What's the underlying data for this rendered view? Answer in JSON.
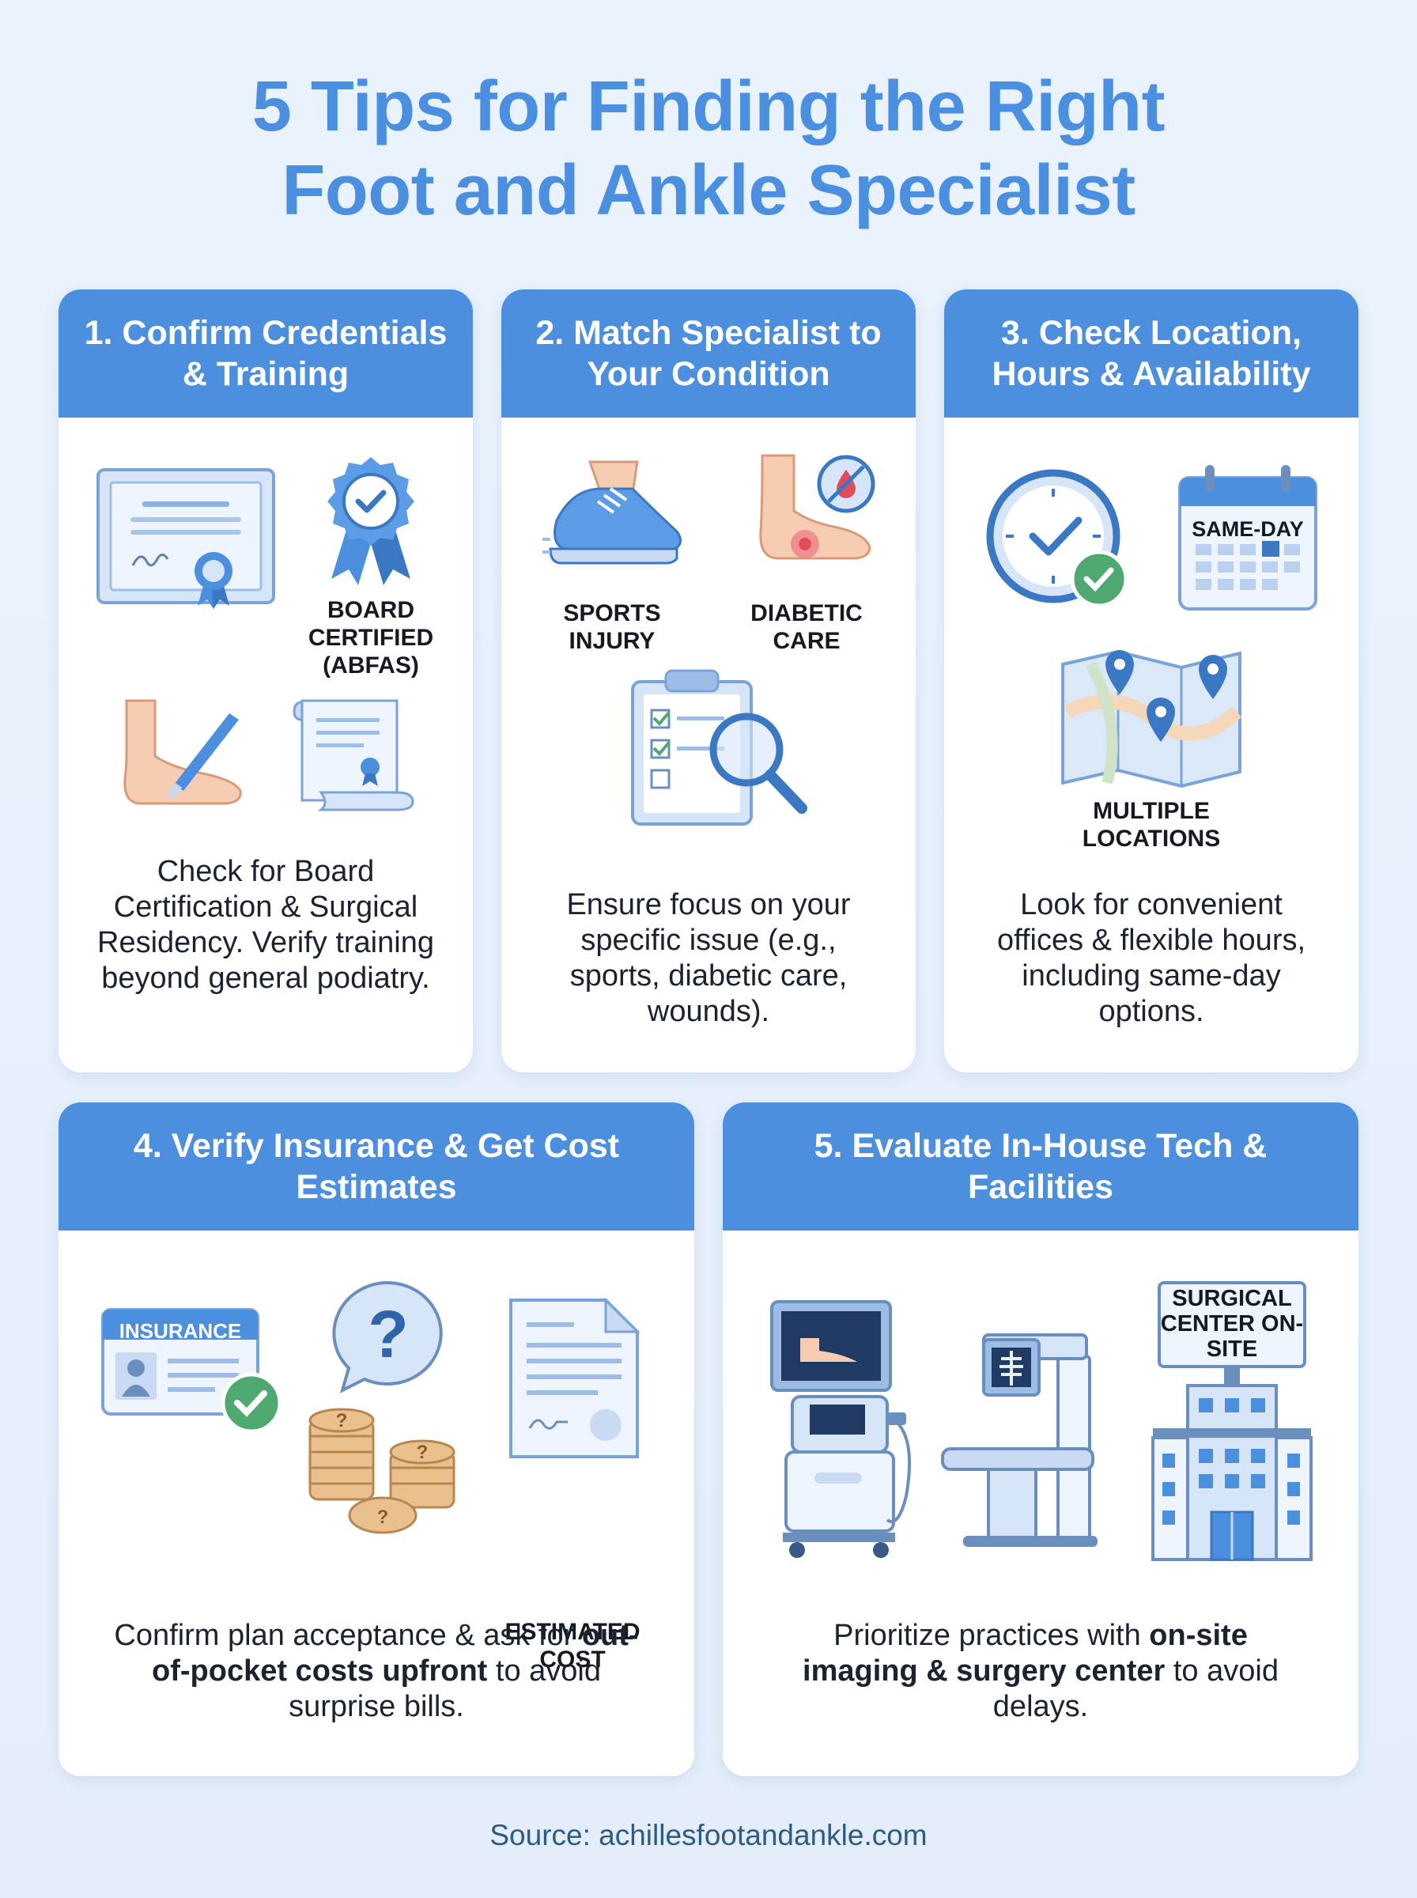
{
  "title_line1": "5 Tips for Finding the Right",
  "title_line2": "Foot and Ankle Specialist",
  "cards": [
    {
      "head": "1. Confirm Credentials & Training",
      "labels": [
        "BOARD CERTIFIED (ABFAS)"
      ],
      "desc": "Check for Board Certification & Surgical Residency. Verify training beyond general podiatry."
    },
    {
      "head": "2. Match Specialist to Your Condition",
      "labels": [
        "SPORTS INJURY",
        "DIABETIC CARE"
      ],
      "desc": "Ensure focus on your specific issue (e.g., sports, diabetic care, wounds)."
    },
    {
      "head": "3. Check Location, Hours & Availability",
      "labels": [
        "SAME-DAY",
        "MULTIPLE LOCATIONS"
      ],
      "desc": "Look for convenient offices & flexible hours, including same-day options."
    },
    {
      "head": "4. Verify Insurance & Get Cost Estimates",
      "labels": [
        "INSURANCE",
        "ESTIMATED COST"
      ],
      "desc_a": "Confirm plan acceptance & ask for ",
      "desc_b": "out-of-pocket costs upfront",
      "desc_c": " to avoid surprise bills."
    },
    {
      "head": "5. Evaluate In-House Tech & Facilities",
      "labels": [
        "SURGICAL CENTER ON-SITE"
      ],
      "desc_a": "Prioritize practices with ",
      "desc_b": "on-site imaging & surgery center",
      "desc_c": " to avoid delays."
    }
  ],
  "source": "Source: achillesfootandankle.com",
  "colors": {
    "accent": "#4b8fde",
    "title": "#4a8fe0",
    "background": "#e8f1fc",
    "check": "#4fa870"
  },
  "icons": [
    "certificate-icon",
    "award-ribbon-icon",
    "foot-surgery-icon",
    "diploma-scroll-icon",
    "running-shoe-icon",
    "diabetic-foot-icon",
    "clipboard-search-icon",
    "clock-check-icon",
    "calendar-icon",
    "map-pins-icon",
    "insurance-card-icon",
    "question-bubble-icon",
    "coins-icon",
    "cost-document-icon",
    "ultrasound-machine-icon",
    "xray-table-icon",
    "hospital-building-icon"
  ]
}
